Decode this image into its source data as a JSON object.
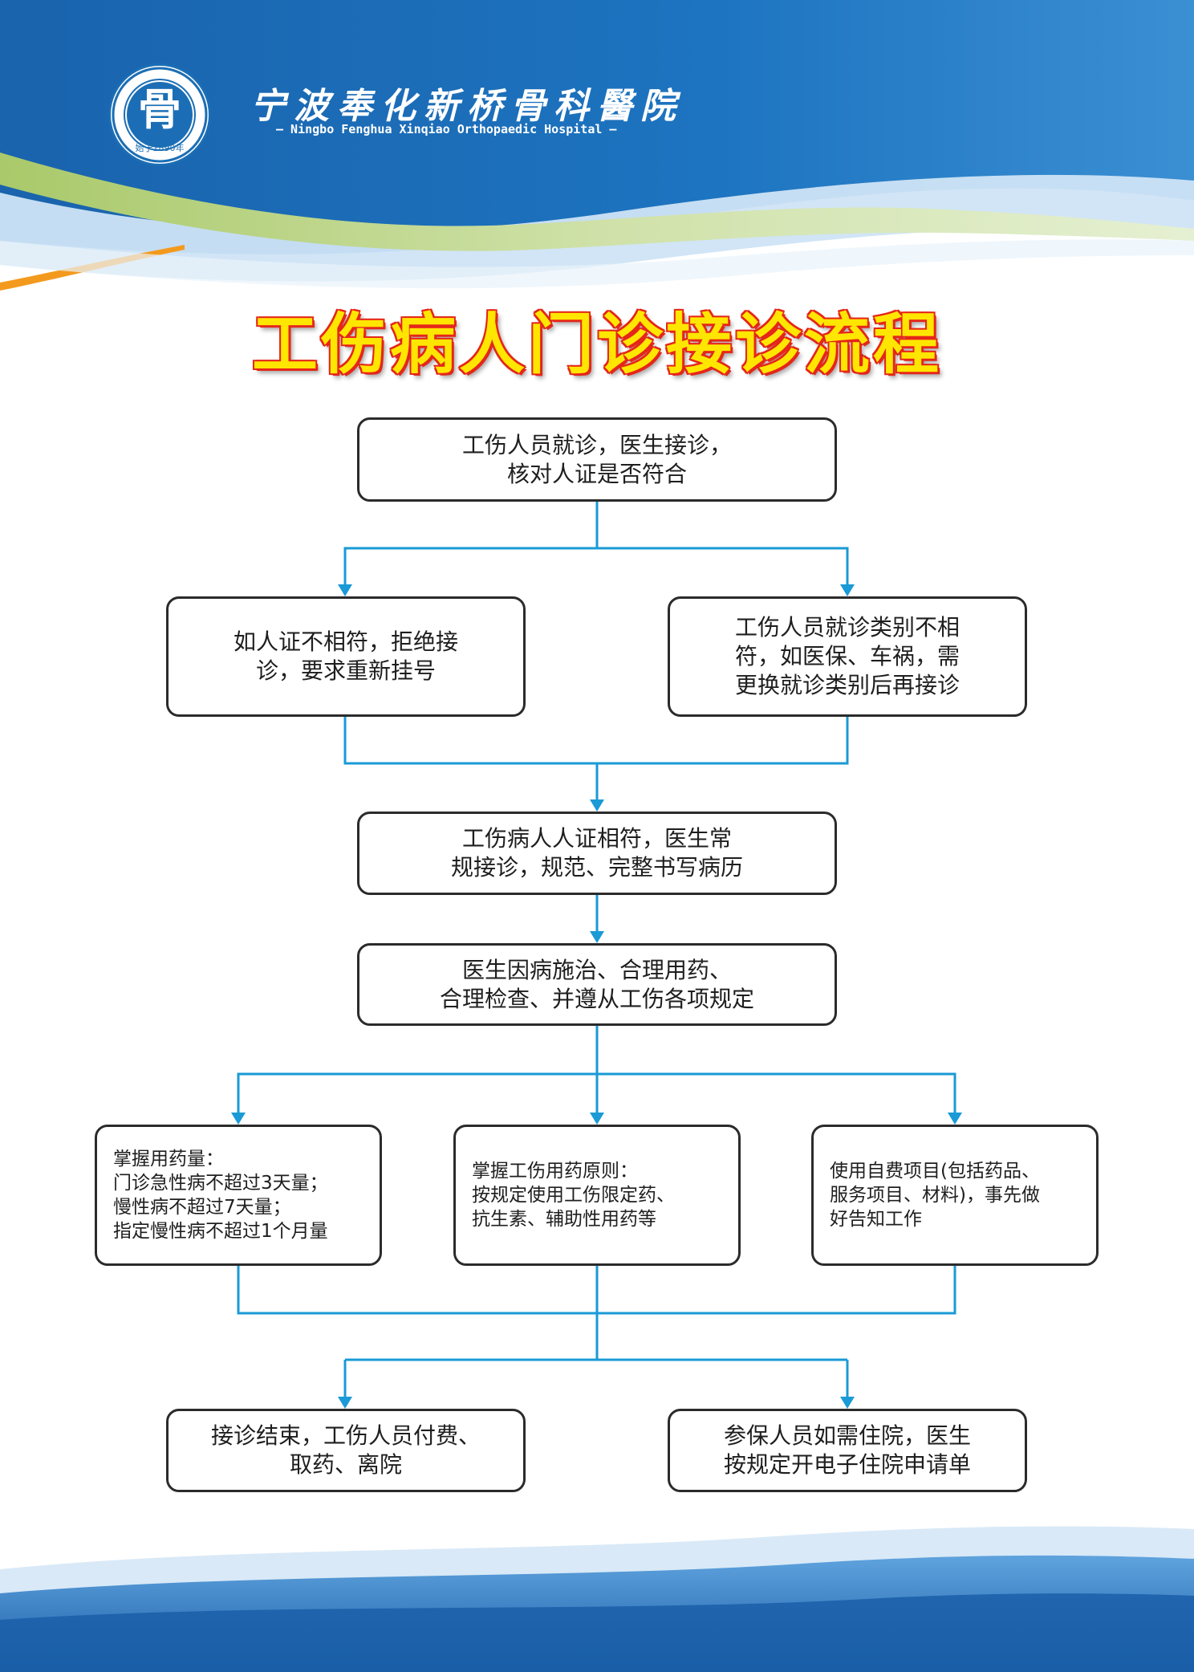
{
  "header": {
    "logo_char": "骨",
    "logo_year": "始于1890年",
    "hospital_name_cn": "宁波奉化新桥骨科醫院",
    "hospital_name_en": "— Ningbo Fenghua Xinqiao Orthopaedic Hospital —"
  },
  "title": "工伤病人门诊接诊流程",
  "colors": {
    "connector": "#1a9ad6",
    "title_fill": "#ffe600",
    "title_stroke": "#e5261a",
    "header_blue": "#1b6eb5"
  },
  "flow": {
    "start": {
      "line1": "工伤人员就诊，医生接诊，",
      "line2": "核对人证是否符合"
    },
    "mismatch_id": {
      "line1": "如人证不相符，拒绝接",
      "line2": "诊，要求重新挂号"
    },
    "mismatch_type": {
      "line1": "工伤人员就诊类别不相",
      "line2": "符，如医保、车祸，需",
      "line3": "更换就诊类别后再接诊"
    },
    "routine": {
      "line1": "工伤病人人证相符，医生常",
      "line2": "规接诊，规范、完整书写病历"
    },
    "treatment": {
      "line1": "医生因病施治、合理用药、",
      "line2": "合理检查、并遵从工伤各项规定"
    },
    "dosage": {
      "line1": "掌握用药量：",
      "line2": "门诊急性病不超过3天量；",
      "line3": "慢性病不超过7天量；",
      "line4": "指定慢性病不超过1个月量"
    },
    "principle": {
      "line1": "掌握工伤用药原则：",
      "line2": "按规定使用工伤限定药、",
      "line3": "抗生素、辅助性用药等"
    },
    "selfpay": {
      "line1": "使用自费项目(包括药品、",
      "line2": "服务项目、材料)，事先做",
      "line3": "好告知工作"
    },
    "end_leave": {
      "line1": "接诊结束，工伤人员付费、",
      "line2": "取药、离院"
    },
    "end_hospital": {
      "line1": "参保人员如需住院，医生",
      "line2": "按规定开电子住院申请单"
    }
  }
}
